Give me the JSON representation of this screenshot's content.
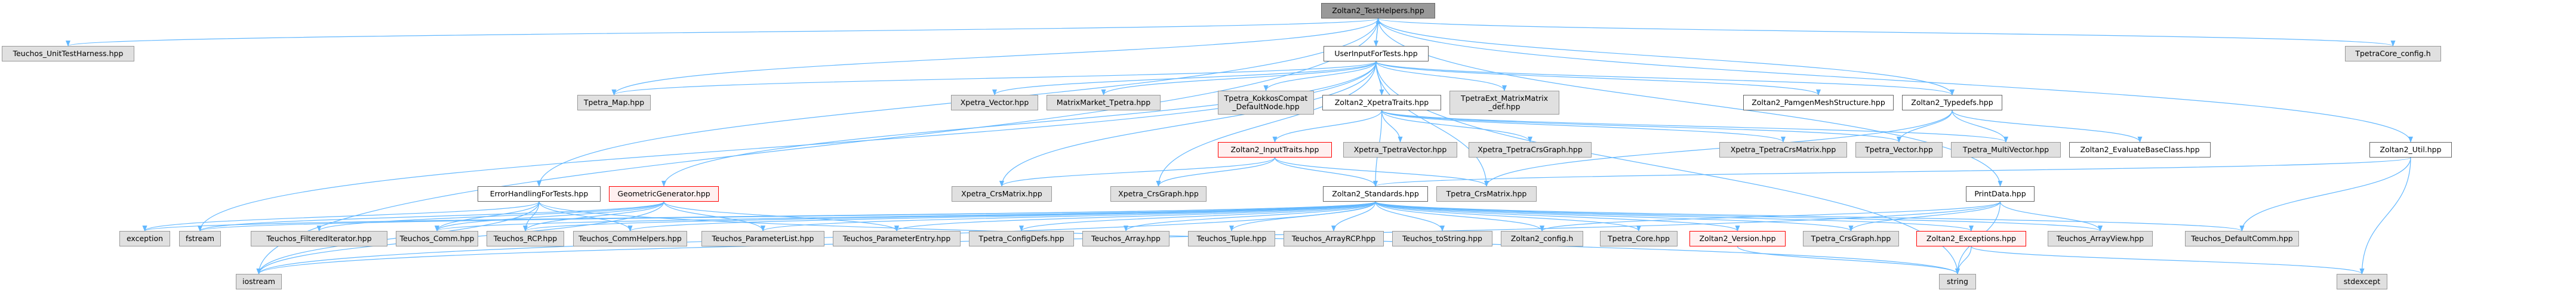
{
  "graph": {
    "title": "Zoltan2_TestHelpers.hpp",
    "edge_color": "#63b8ff",
    "nodes": [
      {
        "id": "testhelpers",
        "label": "Zoltan2_TestHelpers.hpp",
        "style": "root"
      },
      {
        "id": "unittest",
        "label": "Teuchos_UnitTestHarness.hpp",
        "style": "ext"
      },
      {
        "id": "userinput",
        "label": "UserInputForTests.hpp",
        "style": "doc"
      },
      {
        "id": "tpetracoreconfig",
        "label": "TpetraCore_config.h",
        "style": "ext"
      },
      {
        "id": "tpetramap",
        "label": "Tpetra_Map.hpp",
        "style": "ext"
      },
      {
        "id": "xpetravector",
        "label": "Xpetra_Vector.hpp",
        "style": "ext"
      },
      {
        "id": "matrixmarket",
        "label": "MatrixMarket_Tpetra.hpp",
        "style": "ext"
      },
      {
        "id": "kokkoscompat",
        "label": "Tpetra_KokkosCompat\n_DefaultNode.hpp",
        "style": "ext"
      },
      {
        "id": "xpetratraits",
        "label": "Zoltan2_XpetraTraits.hpp",
        "style": "doc"
      },
      {
        "id": "matrixmatrix",
        "label": "TpetraExt_MatrixMatrix\n_def.hpp",
        "style": "ext"
      },
      {
        "id": "pamgen",
        "label": "Zoltan2_PamgenMeshStructure.hpp",
        "style": "doc"
      },
      {
        "id": "typedefs",
        "label": "Zoltan2_Typedefs.hpp",
        "style": "doc"
      },
      {
        "id": "inputtraits",
        "label": "Zoltan2_InputTraits.hpp",
        "style": "red"
      },
      {
        "id": "xtpetravector",
        "label": "Xpetra_TpetraVector.hpp",
        "style": "ext"
      },
      {
        "id": "xtpetracrsgraph",
        "label": "Xpetra_TpetraCrsGraph.hpp",
        "style": "ext"
      },
      {
        "id": "xtpetracrsmatrix",
        "label": "Xpetra_TpetraCrsMatrix.hpp",
        "style": "ext"
      },
      {
        "id": "tpetravector",
        "label": "Tpetra_Vector.hpp",
        "style": "ext"
      },
      {
        "id": "tpetramultivector",
        "label": "Tpetra_MultiVector.hpp",
        "style": "ext"
      },
      {
        "id": "evaluatebase",
        "label": "Zoltan2_EvaluateBaseClass.hpp",
        "style": "doc"
      },
      {
        "id": "util",
        "label": "Zoltan2_Util.hpp",
        "style": "doc"
      },
      {
        "id": "errorhandling",
        "label": "ErrorHandlingForTests.hpp",
        "style": "doc"
      },
      {
        "id": "geometric",
        "label": "GeometricGenerator.hpp",
        "style": "red"
      },
      {
        "id": "xcrsmatrix",
        "label": "Xpetra_CrsMatrix.hpp",
        "style": "ext"
      },
      {
        "id": "xcrsgraph",
        "label": "Xpetra_CrsGraph.hpp",
        "style": "ext"
      },
      {
        "id": "standards",
        "label": "Zoltan2_Standards.hpp",
        "style": "doc"
      },
      {
        "id": "tcrsmatrix",
        "label": "Tpetra_CrsMatrix.hpp",
        "style": "ext"
      },
      {
        "id": "printdata",
        "label": "PrintData.hpp",
        "style": "doc"
      },
      {
        "id": "exception",
        "label": "exception",
        "style": "ext"
      },
      {
        "id": "fstream",
        "label": "fstream",
        "style": "ext"
      },
      {
        "id": "filterediter",
        "label": "Teuchos_FilteredIterator.hpp",
        "style": "ext"
      },
      {
        "id": "comm",
        "label": "Teuchos_Comm.hpp",
        "style": "ext"
      },
      {
        "id": "rcp",
        "label": "Teuchos_RCP.hpp",
        "style": "ext"
      },
      {
        "id": "commhelpers",
        "label": "Teuchos_CommHelpers.hpp",
        "style": "ext"
      },
      {
        "id": "paramlist",
        "label": "Teuchos_ParameterList.hpp",
        "style": "ext"
      },
      {
        "id": "paramentry",
        "label": "Teuchos_ParameterEntry.hpp",
        "style": "ext"
      },
      {
        "id": "configdefs",
        "label": "Tpetra_ConfigDefs.hpp",
        "style": "ext"
      },
      {
        "id": "array",
        "label": "Teuchos_Array.hpp",
        "style": "ext"
      },
      {
        "id": "tuple",
        "label": "Teuchos_Tuple.hpp",
        "style": "ext"
      },
      {
        "id": "arrayrcp",
        "label": "Teuchos_ArrayRCP.hpp",
        "style": "ext"
      },
      {
        "id": "tostring",
        "label": "Teuchos_toString.hpp",
        "style": "ext"
      },
      {
        "id": "zconfig",
        "label": "Zoltan2_config.h",
        "style": "ext"
      },
      {
        "id": "tpetracore",
        "label": "Tpetra_Core.hpp",
        "style": "ext"
      },
      {
        "id": "version",
        "label": "Zoltan2_Version.hpp",
        "style": "red"
      },
      {
        "id": "tcrsgraph",
        "label": "Tpetra_CrsGraph.hpp",
        "style": "ext"
      },
      {
        "id": "exceptions",
        "label": "Zoltan2_Exceptions.hpp",
        "style": "red"
      },
      {
        "id": "arrayview",
        "label": "Teuchos_ArrayView.hpp",
        "style": "ext"
      },
      {
        "id": "defaultcomm",
        "label": "Teuchos_DefaultComm.hpp",
        "style": "ext"
      },
      {
        "id": "iostream",
        "label": "iostream",
        "style": "ext"
      },
      {
        "id": "string",
        "label": "string",
        "style": "ext"
      },
      {
        "id": "stdexcept",
        "label": "stdexcept",
        "style": "ext"
      }
    ],
    "edges": [
      [
        "testhelpers",
        "unittest"
      ],
      [
        "testhelpers",
        "userinput"
      ],
      [
        "userinput",
        "testhelpers"
      ],
      [
        "testhelpers",
        "tpetracoreconfig"
      ],
      [
        "testhelpers",
        "tpetramap"
      ],
      [
        "testhelpers",
        "errorhandling"
      ],
      [
        "testhelpers",
        "iostream"
      ],
      [
        "testhelpers",
        "typedefs"
      ],
      [
        "testhelpers",
        "util"
      ],
      [
        "testhelpers",
        "printdata"
      ],
      [
        "userinput",
        "tpetramap"
      ],
      [
        "userinput",
        "xpetravector"
      ],
      [
        "userinput",
        "matrixmarket"
      ],
      [
        "userinput",
        "kokkoscompat"
      ],
      [
        "userinput",
        "xpetratraits"
      ],
      [
        "userinput",
        "matrixmatrix"
      ],
      [
        "userinput",
        "pamgen"
      ],
      [
        "userinput",
        "typedefs"
      ],
      [
        "userinput",
        "geometric"
      ],
      [
        "userinput",
        "xcrsmatrix"
      ],
      [
        "userinput",
        "xcrsgraph"
      ],
      [
        "userinput",
        "tcrsmatrix"
      ],
      [
        "userinput",
        "fstream"
      ],
      [
        "userinput",
        "string"
      ],
      [
        "xpetratraits",
        "inputtraits"
      ],
      [
        "xpetratraits",
        "standards"
      ],
      [
        "xpetratraits",
        "xtpetravector"
      ],
      [
        "xpetratraits",
        "xtpetracrsgraph"
      ],
      [
        "xpetratraits",
        "xtpetracrsmatrix"
      ],
      [
        "xpetratraits",
        "tpetravector"
      ],
      [
        "xpetratraits",
        "tpetramultivector"
      ],
      [
        "inputtraits",
        "standards"
      ],
      [
        "inputtraits",
        "xcrsmatrix"
      ],
      [
        "inputtraits",
        "xcrsgraph"
      ],
      [
        "inputtraits",
        "tcrsmatrix"
      ],
      [
        "typedefs",
        "tpetravector"
      ],
      [
        "typedefs",
        "tpetramultivector"
      ],
      [
        "typedefs",
        "evaluatebase"
      ],
      [
        "typedefs",
        "tcrsmatrix"
      ],
      [
        "util",
        "standards"
      ],
      [
        "util",
        "defaultcomm"
      ],
      [
        "util",
        "stdexcept"
      ],
      [
        "errorhandling",
        "comm"
      ],
      [
        "errorhandling",
        "rcp"
      ],
      [
        "errorhandling",
        "commhelpers"
      ],
      [
        "errorhandling",
        "exception"
      ],
      [
        "errorhandling",
        "iostream"
      ],
      [
        "errorhandling",
        "string"
      ],
      [
        "geometric",
        "filterediter"
      ],
      [
        "geometric",
        "comm"
      ],
      [
        "geometric",
        "rcp"
      ],
      [
        "geometric",
        "paramlist"
      ],
      [
        "geometric",
        "paramentry"
      ],
      [
        "geometric",
        "fstream"
      ],
      [
        "geometric",
        "iostream"
      ],
      [
        "standards",
        "comm"
      ],
      [
        "standards",
        "rcp"
      ],
      [
        "standards",
        "commhelpers"
      ],
      [
        "standards",
        "paramlist"
      ],
      [
        "standards",
        "paramentry"
      ],
      [
        "standards",
        "configdefs"
      ],
      [
        "standards",
        "array"
      ],
      [
        "standards",
        "tuple"
      ],
      [
        "standards",
        "arrayrcp"
      ],
      [
        "standards",
        "tostring"
      ],
      [
        "standards",
        "zconfig"
      ],
      [
        "standards",
        "tpetracore"
      ],
      [
        "standards",
        "version"
      ],
      [
        "standards",
        "exceptions"
      ],
      [
        "standards",
        "arrayview"
      ],
      [
        "standards",
        "defaultcomm"
      ],
      [
        "standards",
        "iostream"
      ],
      [
        "standards",
        "fstream"
      ],
      [
        "standards",
        "exception"
      ],
      [
        "standards",
        "tcrsgraph"
      ],
      [
        "printdata",
        "tcrsgraph"
      ],
      [
        "printdata",
        "arrayview"
      ],
      [
        "printdata",
        "zconfig"
      ],
      [
        "printdata",
        "iostream"
      ],
      [
        "printdata",
        "string"
      ],
      [
        "version",
        "string"
      ],
      [
        "exceptions",
        "string"
      ],
      [
        "exceptions",
        "stdexcept"
      ]
    ]
  }
}
